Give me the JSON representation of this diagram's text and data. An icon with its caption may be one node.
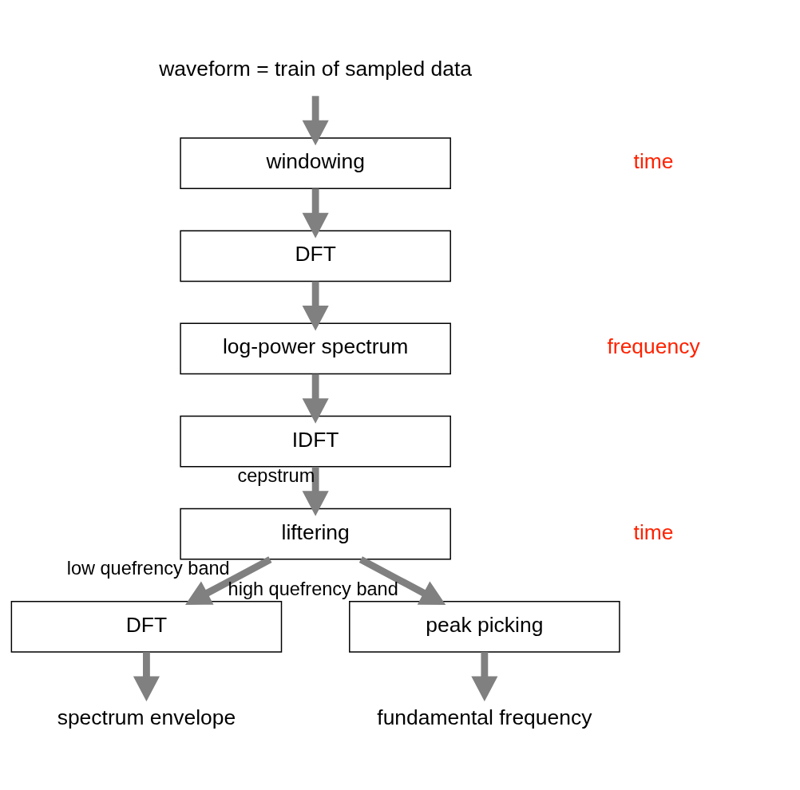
{
  "diagram": {
    "nodes": [
      {
        "text": [
          "waveform = train of sampled data"
        ]
      },
      {
        "text": [
          "windowing"
        ]
      },
      {
        "text": [
          "DFT"
        ]
      },
      {
        "text": [
          "log-power spectrum"
        ]
      },
      {
        "text": [
          "IDFT"
        ]
      },
      {
        "text": [
          "liftering"
        ]
      },
      {
        "text": [
          "DFT"
        ]
      },
      {
        "text": [
          "peak picking"
        ]
      },
      {
        "text": [
          "spectrum envelope"
        ]
      },
      {
        "text": [
          "fundamental frequency"
        ]
      }
    ],
    "edges": [
      {
        "from": 0,
        "to": 1,
        "arrow": "to"
      },
      {
        "from": 1,
        "to": 2,
        "arrow": "to"
      },
      {
        "from": 2,
        "to": 3,
        "arrow": "to"
      },
      {
        "from": 3,
        "to": 4,
        "arrow": "to"
      },
      {
        "from": 4,
        "to": 5,
        "arrow": "to",
        "label": "cepstrum"
      },
      {
        "from": 5,
        "to": 6,
        "arrow": "to",
        "label": "low quefrency band"
      },
      {
        "from": 5,
        "to": 7,
        "arrow": "to",
        "label": "high quefrency band"
      },
      {
        "from": 6,
        "to": 8,
        "arrow": "to"
      },
      {
        "from": 7,
        "to": 9,
        "arrow": "to"
      }
    ],
    "labels": [
      "time",
      "frequency",
      "time"
    ]
  }
}
